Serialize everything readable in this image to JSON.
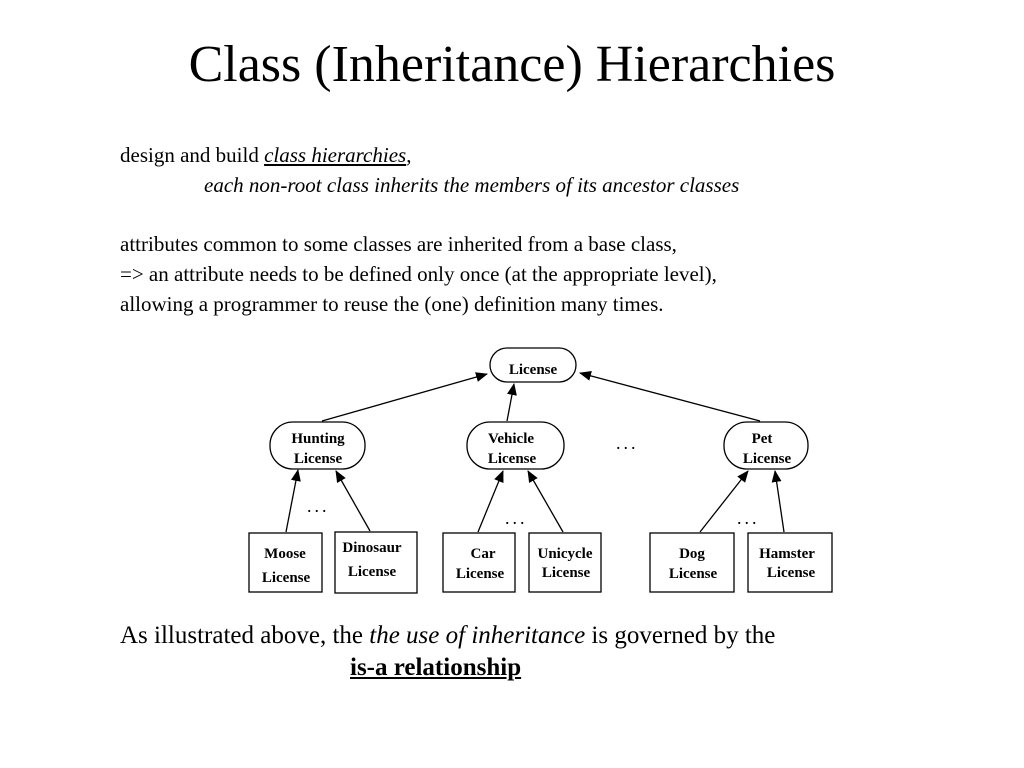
{
  "title": "Class (Inheritance) Hierarchies",
  "intro": {
    "line1_prefix": "design and build ",
    "line1_emph": "class hierarchies",
    "line1_suffix": ",",
    "line2": "each non-root class inherits the members of its ancestor classes"
  },
  "attributes": {
    "line1": "attributes common to some classes are inherited from a base class,",
    "line2": "=> an attribute needs to be defined only once (at the appropriate level),",
    "line3": "allowing a programmer to reuse the (one) definition many times."
  },
  "diagram": {
    "root": "License",
    "mid": [
      {
        "line1": "Hunting",
        "line2": "License"
      },
      {
        "line1": "Vehicle",
        "line2": "License"
      },
      {
        "line1": "Pet",
        "line2": "License"
      }
    ],
    "leaves": [
      {
        "line1": "Moose",
        "line2": "License"
      },
      {
        "line1": "Dinosaur",
        "line2": "License"
      },
      {
        "line1": "Car",
        "line2": "License"
      },
      {
        "line1": "Unicycle",
        "line2": "License"
      },
      {
        "line1": "Dog",
        "line2": "License"
      },
      {
        "line1": "Hamster",
        "line2": "License"
      }
    ],
    "ellipsis": "..."
  },
  "conclusion": {
    "prefix": "As illustrated above, the ",
    "emph": "the use of inheritance",
    "suffix": " is governed by the",
    "relationship": "is-a relationship"
  }
}
